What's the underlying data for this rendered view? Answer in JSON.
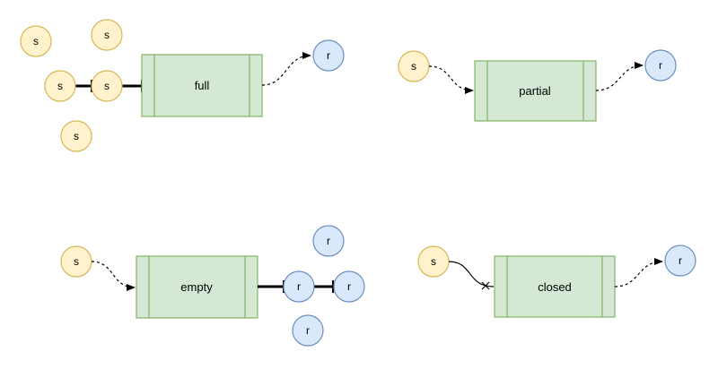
{
  "colors": {
    "sender_fill": "#fff2cc",
    "sender_stroke": "#d6b656",
    "receiver_fill": "#dae8fc",
    "receiver_stroke": "#6c8ebf",
    "box_fill": "#d5e8d4",
    "box_stroke": "#82b366",
    "line": "#000000"
  },
  "panels": {
    "full": {
      "box_label": "full"
    },
    "partial": {
      "box_label": "partial"
    },
    "empty": {
      "box_label": "empty"
    },
    "closed": {
      "box_label": "closed"
    }
  },
  "labels": {
    "sender": "s",
    "receiver": "r"
  }
}
